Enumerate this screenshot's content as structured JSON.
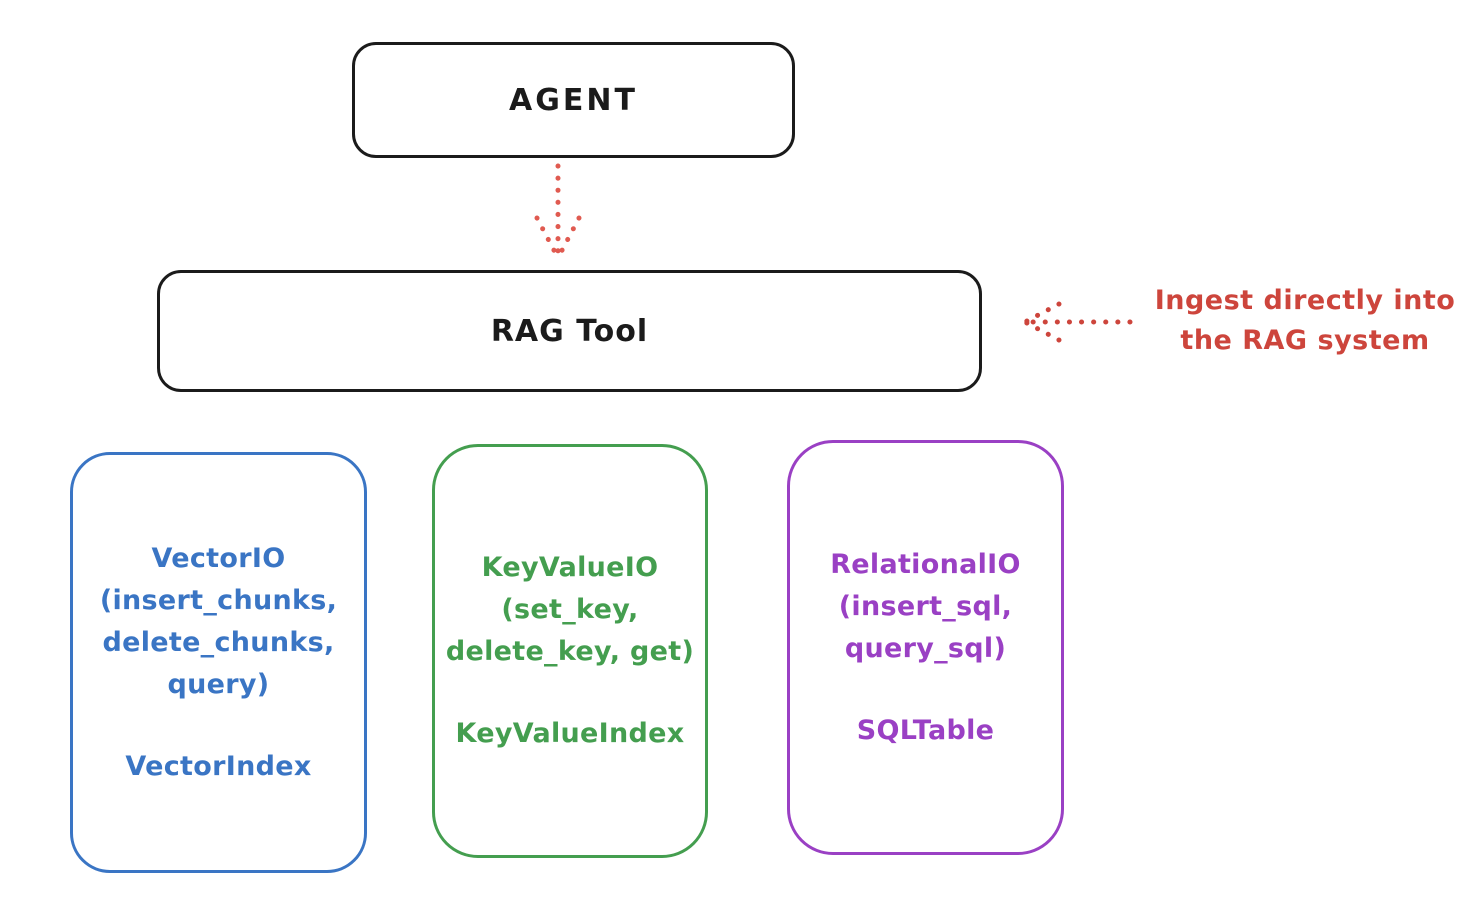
{
  "agent": {
    "label": "AGENT"
  },
  "rag_tool": {
    "label": "RAG Tool"
  },
  "annotation": {
    "text": "Ingest directly into\nthe RAG system"
  },
  "backends": [
    {
      "name": "VectorIO",
      "methods": "VectorIO\n(insert_chunks,\ndelete_chunks,\nquery)",
      "index": "VectorIndex",
      "color": "#3a75c4"
    },
    {
      "name": "KeyValueIO",
      "methods": "KeyValueIO\n(set_key,\ndelete_key, get)",
      "index": "KeyValueIndex",
      "color": "#449e4f"
    },
    {
      "name": "RelationalIO",
      "methods": "RelationalIO\n(insert_sql,\nquery_sql)",
      "index": "SQLTable",
      "color": "#9a40c4"
    }
  ],
  "colors": {
    "box_stroke": "#1b1b1b",
    "arrow_red": "#cd453c",
    "background": "#ffffff"
  }
}
